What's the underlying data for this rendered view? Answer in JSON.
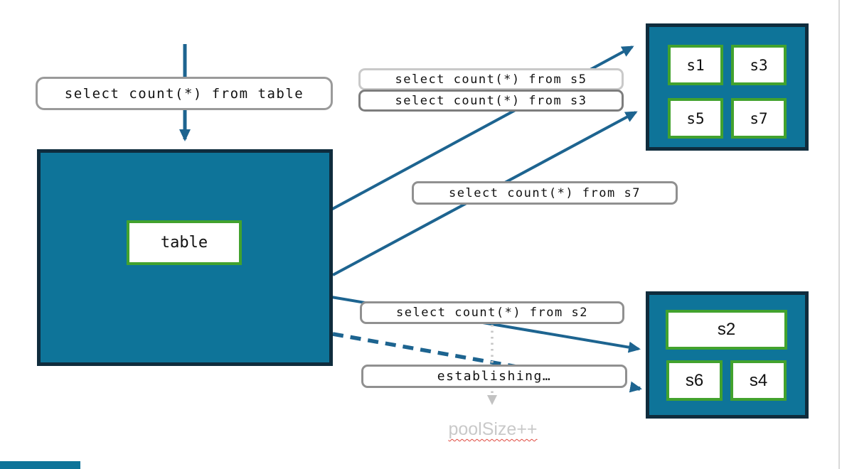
{
  "colors": {
    "teal_fill": "#0e7499",
    "navy_border": "#0f2c3d",
    "shard_green_border": "#42a22e",
    "arrow_teal": "#1d6490",
    "label_border_gray": "#909090",
    "muted_gray": "#c9c9c9",
    "squiggle_red": "#e0483e"
  },
  "main_flow": {
    "query_table": "select count(*) from table",
    "table_label": "table"
  },
  "queries": {
    "s5": "select count(*) from s5",
    "s3": "select count(*) from s3",
    "s7": "select count(*) from s7",
    "s2": "select count(*) from s2"
  },
  "status": {
    "establishing": "establishing…",
    "pool_size": "poolSize++"
  },
  "shard_groups": {
    "top": {
      "items": [
        "s1",
        "s3",
        "s5",
        "s7"
      ]
    },
    "bottom": {
      "items": [
        "s2",
        "s6",
        "s4"
      ]
    }
  }
}
